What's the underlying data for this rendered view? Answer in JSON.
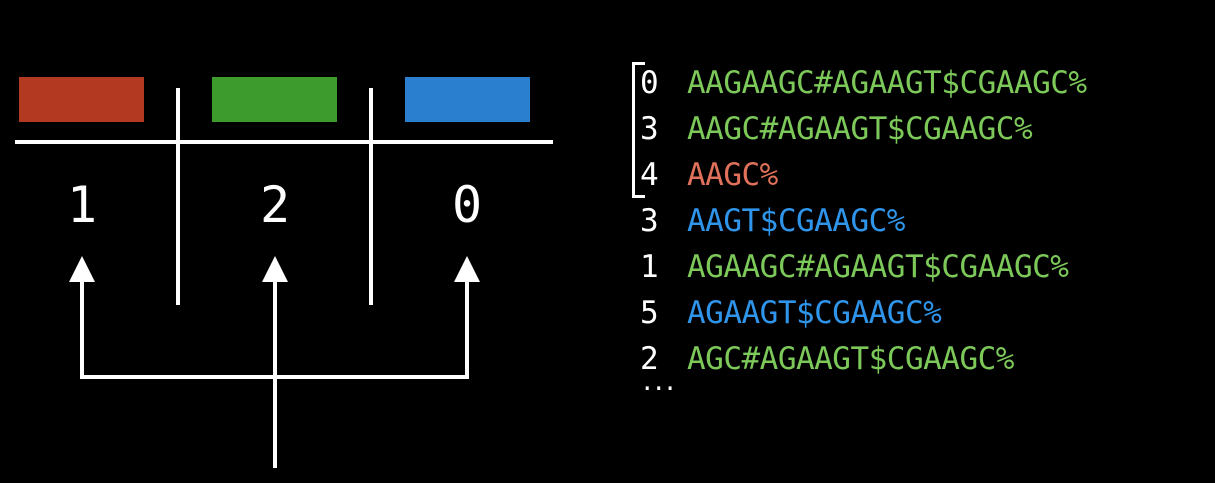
{
  "colors": {
    "red": "#b33a21",
    "green": "#3d9a2c",
    "blue": "#2a7fcf",
    "text_green": "#7cc95a",
    "text_red": "#e0715a",
    "text_blue": "#2f95ea",
    "line": "#ffffff"
  },
  "buckets": [
    {
      "color": "red",
      "number": "1"
    },
    {
      "color": "green",
      "number": "2"
    },
    {
      "color": "blue",
      "number": "0"
    }
  ],
  "suffixes": [
    {
      "index": "0",
      "text": "AAGAAGC#AGAAGT$CGAAGC%",
      "color": "green"
    },
    {
      "index": "3",
      "text": "AAGC#AGAAGT$CGAAGC%",
      "color": "green"
    },
    {
      "index": "4",
      "text": "AAGC%",
      "color": "red"
    },
    {
      "index": "3",
      "text": "AAGT$CGAAGC%",
      "color": "blue"
    },
    {
      "index": "1",
      "text": "AGAAGC#AGAAGT$CGAAGC%",
      "color": "green"
    },
    {
      "index": "5",
      "text": "AGAAGT$CGAAGC%",
      "color": "blue"
    },
    {
      "index": "2",
      "text": "AGC#AGAAGT$CGAAGC%",
      "color": "green"
    }
  ],
  "ellipsis": "..."
}
